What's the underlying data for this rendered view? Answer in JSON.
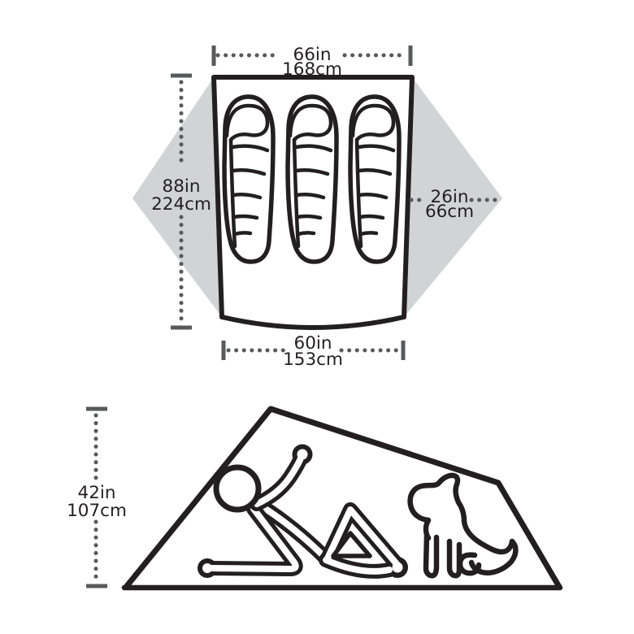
{
  "title": "Tent dimensions diagram",
  "colors": {
    "outline": "#231f20",
    "dimension_lines": "#58595b",
    "vestibule_fill": "#d1d3d4",
    "background": "#ffffff"
  },
  "top_view": {
    "description": "floor plan with three sleeping bags and two vestibules",
    "sleeping_bag_count": 3,
    "dims": {
      "head_width_in": "66in",
      "head_width_cm": "168cm",
      "floor_length_in": "88in",
      "floor_length_cm": "224cm",
      "vestibule_depth_in": "26in",
      "vestibule_depth_cm": "66cm",
      "foot_width_in": "60in",
      "foot_width_cm": "153cm"
    }
  },
  "side_view": {
    "description": "side profile with reclining person and sitting dog",
    "dims": {
      "peak_height_in": "42in",
      "peak_height_cm": "107cm"
    }
  }
}
